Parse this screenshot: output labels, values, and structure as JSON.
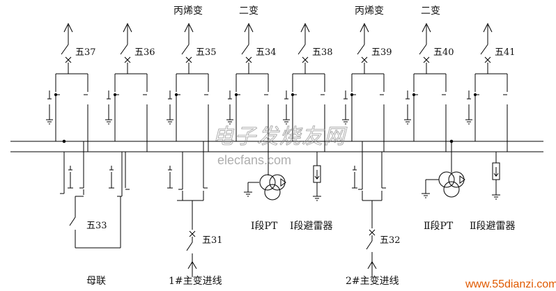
{
  "top_labels": [
    "丙烯变",
    "二变",
    "丙烯变",
    "二变"
  ],
  "breakers_top": [
    "五37",
    "五36",
    "五35",
    "五34",
    "五38",
    "五39",
    "五40",
    "五41"
  ],
  "breakers_bottom": {
    "bus_tie": "五33",
    "incoming_1": "五31",
    "incoming_2": "五32"
  },
  "bottom_labels": {
    "bus_tie": "母联",
    "incoming_1": "1#主变进线",
    "incoming_2": "2#主变进线",
    "pt_1": "Ⅰ段PT",
    "arrester_1": "Ⅰ段避雷器",
    "pt_2": "Ⅱ段PT",
    "arrester_2": "Ⅱ段避雷器"
  },
  "watermark": {
    "text_cn": "电子发烧友网",
    "text_en": "elecfans.com",
    "site": "www.55dianzi.com"
  },
  "colors": {
    "line": "#000000",
    "site": "#e05a00"
  }
}
